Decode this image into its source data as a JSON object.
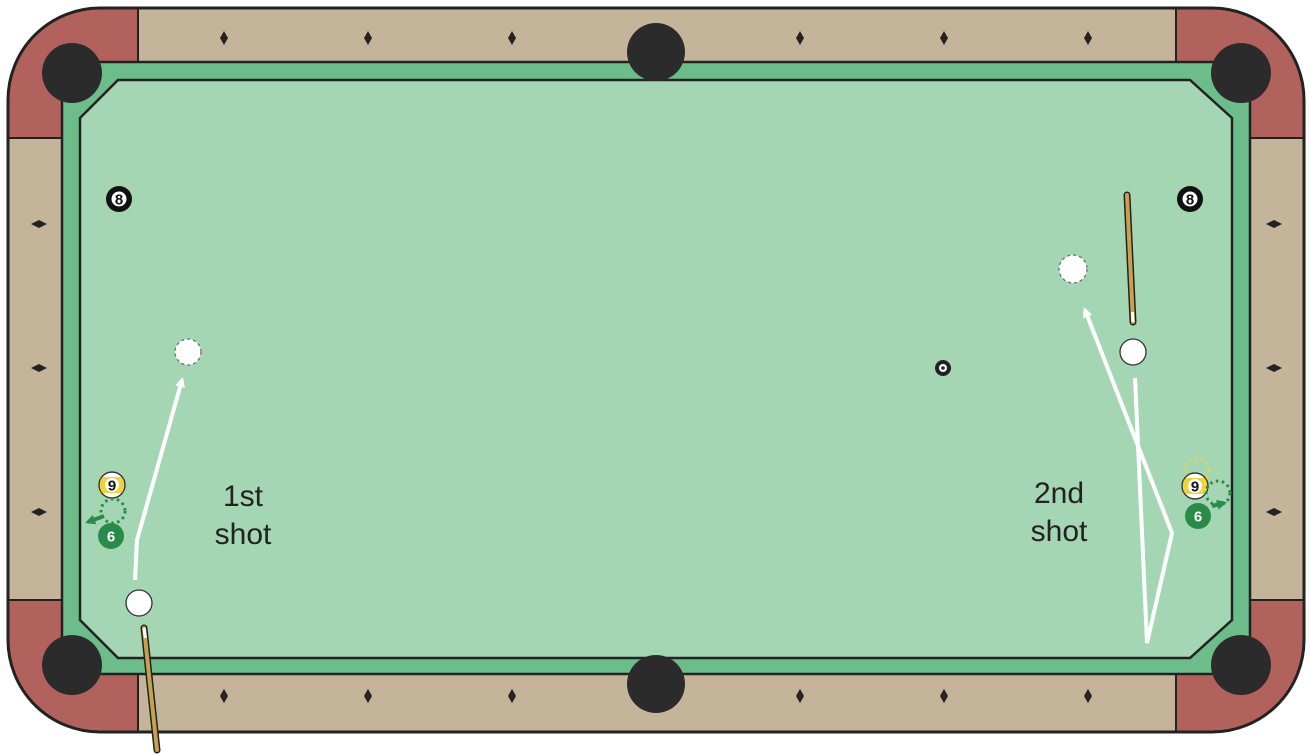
{
  "colors": {
    "felt": "#a4d6b4",
    "cushion": "#6dbd8a",
    "rail_wood": "#c4b49a",
    "corner_wood": "#b1625d",
    "pocket": "#2b2b2b",
    "outline": "#222222",
    "cue_stick": "#c8a24a",
    "eight_ball": "#111111",
    "nine_ball": "#f2d23c",
    "six_ball": "#2a8a4a",
    "cue_ball": "#ffffff",
    "path": "#ffffff",
    "deflection": "#2a8a4a"
  },
  "annotations": {
    "shot1_line1": "1st",
    "shot1_line2": "shot",
    "shot2_line1": "2nd",
    "shot2_line2": "shot"
  },
  "balls": {
    "eight_label": "8",
    "nine_label": "9",
    "six_label": "6"
  },
  "icons": {
    "diamond": "rail-diamond-icon",
    "pocket": "pocket-icon",
    "spot": "foot-spot-icon",
    "cue": "cue-stick-icon"
  }
}
